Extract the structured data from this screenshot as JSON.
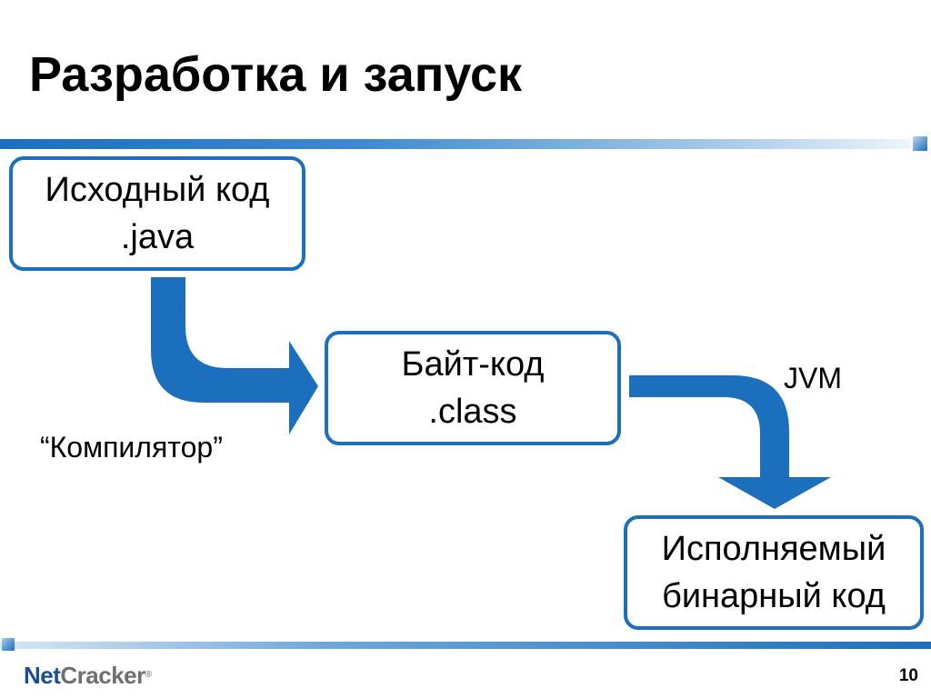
{
  "slide": {
    "title": "Разработка и запуск",
    "page_number": "10"
  },
  "diagram": {
    "nodes": {
      "source": {
        "line1": "Исходный код",
        "line2": ".java"
      },
      "bytecode": {
        "line1": "Байт-код",
        "line2": ".class"
      },
      "binary": {
        "line1": "Исполняемый",
        "line2": "бинарный код"
      }
    },
    "edges": {
      "compile": {
        "from": "source",
        "to": "bytecode",
        "label": "“Компилятор”"
      },
      "run": {
        "from": "bytecode",
        "to": "binary",
        "label": "JVM"
      }
    }
  },
  "footer": {
    "logo_net": "Net",
    "logo_cracker": "Cracker",
    "logo_reg": "®"
  },
  "colors": {
    "accent": "#1b6fbd",
    "logo_blue": "#1b4f93",
    "logo_gray": "#6e6f72"
  }
}
